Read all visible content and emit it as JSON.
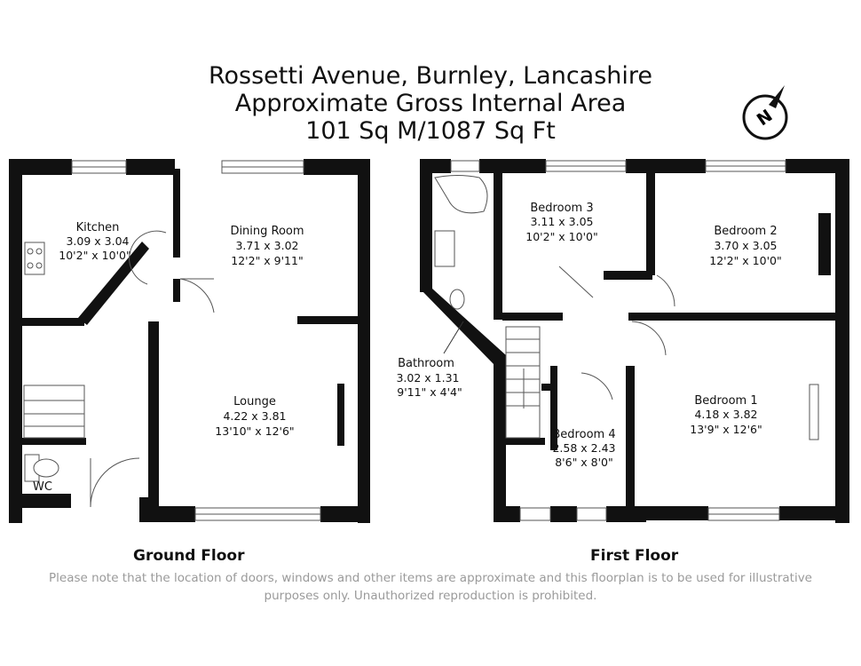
{
  "header": {
    "line1": "Rossetti Avenue, Burnley, Lancashire",
    "line2": "Approximate Gross Internal Area",
    "line3": "101 Sq M/1087 Sq Ft"
  },
  "compass": {
    "letter": "N"
  },
  "ground_floor": {
    "label": "Ground Floor",
    "rooms": {
      "kitchen": {
        "name": "Kitchen",
        "metric": "3.09 x 3.04",
        "imperial": "10'2\" x 10'0\""
      },
      "dining": {
        "name": "Dining Room",
        "metric": "3.71 x 3.02",
        "imperial": "12'2\" x 9'11\""
      },
      "lounge": {
        "name": "Lounge",
        "metric": "4.22 x 3.81",
        "imperial": "13'10\" x 12'6\""
      },
      "wc": {
        "name": "WC"
      }
    }
  },
  "first_floor": {
    "label": "First Floor",
    "rooms": {
      "bedroom3": {
        "name": "Bedroom 3",
        "metric": "3.11 x 3.05",
        "imperial": "10'2\" x 10'0\""
      },
      "bedroom2": {
        "name": "Bedroom 2",
        "metric": "3.70 x 3.05",
        "imperial": "12'2\" x 10'0\""
      },
      "bedroom1": {
        "name": "Bedroom 1",
        "metric": "4.18 x 3.82",
        "imperial": "13'9\" x 12'6\""
      },
      "bedroom4": {
        "name": "Bedroom 4",
        "metric": "2.58 x 2.43",
        "imperial": "8'6\" x 8'0\""
      },
      "bathroom": {
        "name": "Bathroom",
        "metric": "3.02 x 1.31",
        "imperial": "9'11\" x 4'4\""
      }
    }
  },
  "disclaimer": {
    "line1": "Please note that the location of doors, windows and other items are approximate and this floorplan is to be used for illustrative",
    "line2": "purposes only. Unauthorized reproduction is prohibited."
  }
}
